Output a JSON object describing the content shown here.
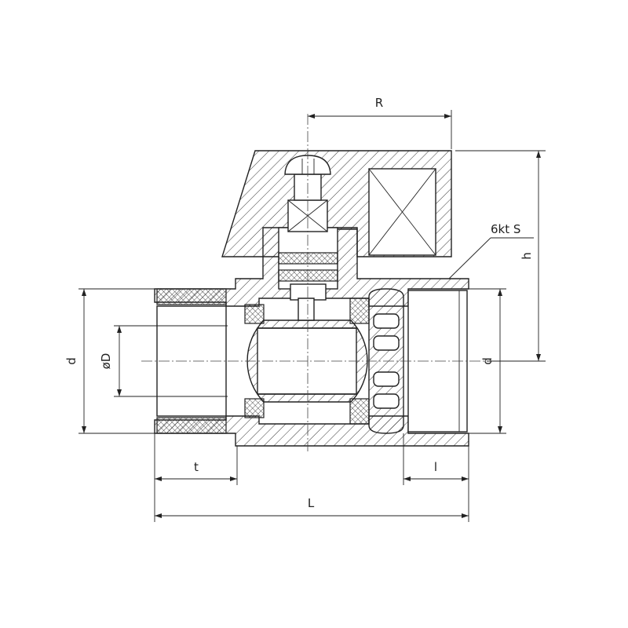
{
  "labels": {
    "R": "R",
    "h": "h",
    "hex": "6kt S",
    "d_left": "d",
    "d_right": "d",
    "bore": "øD",
    "t": "t",
    "l": "l",
    "L": "L"
  },
  "colors": {
    "line": "#222222",
    "background": "#ffffff"
  }
}
